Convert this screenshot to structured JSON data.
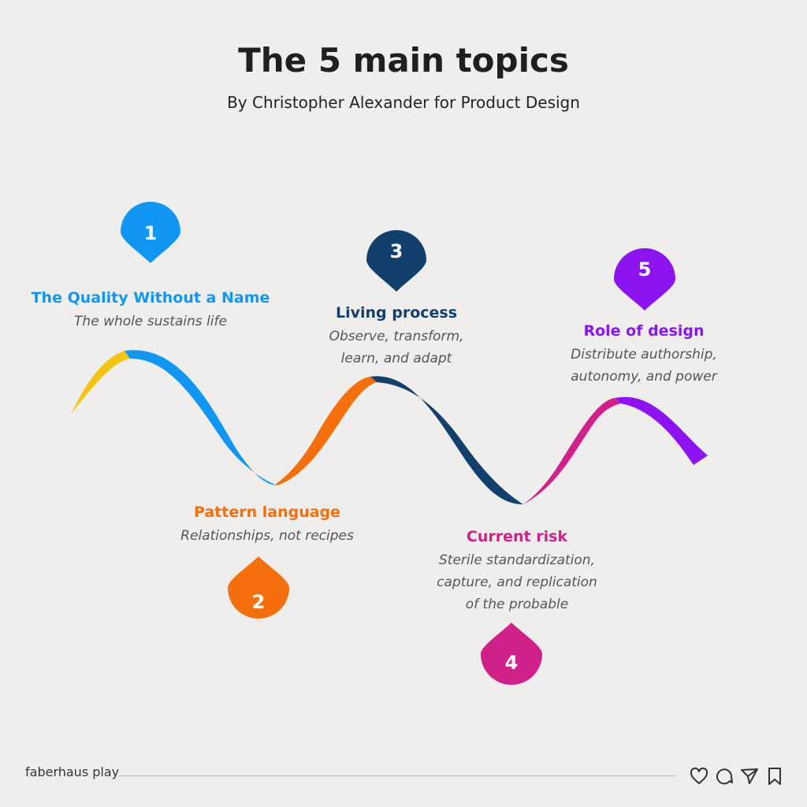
{
  "header": {
    "title": "The 5 main topics",
    "subtitle": "By Christopher Alexander for Product Design"
  },
  "topics": [
    {
      "number": "1",
      "title": "The Quality Without a Name",
      "desc": "The whole sustains life",
      "color": "#1296f3"
    },
    {
      "number": "2",
      "title": "Pattern language",
      "desc": "Relationships, not recipes",
      "color": "#f56f0c"
    },
    {
      "number": "3",
      "title": "Living process",
      "desc": "Observe, transform,\nlearn, and adapt",
      "color": "#123f6b"
    },
    {
      "number": "4",
      "title": "Current risk",
      "desc": "Sterile standardization,\ncapture, and replication\nof the probable",
      "color": "#d0218b"
    },
    {
      "number": "5",
      "title": "Role of design",
      "desc": "Distribute authorship,\nautonomy, and power",
      "color": "#8b14f1"
    }
  ],
  "ribbon_colors": {
    "start": "#f5c313"
  },
  "footer": {
    "brand": "faberhaus play",
    "icons": [
      "heart-icon",
      "comment-icon",
      "send-icon",
      "bookmark-icon"
    ]
  }
}
